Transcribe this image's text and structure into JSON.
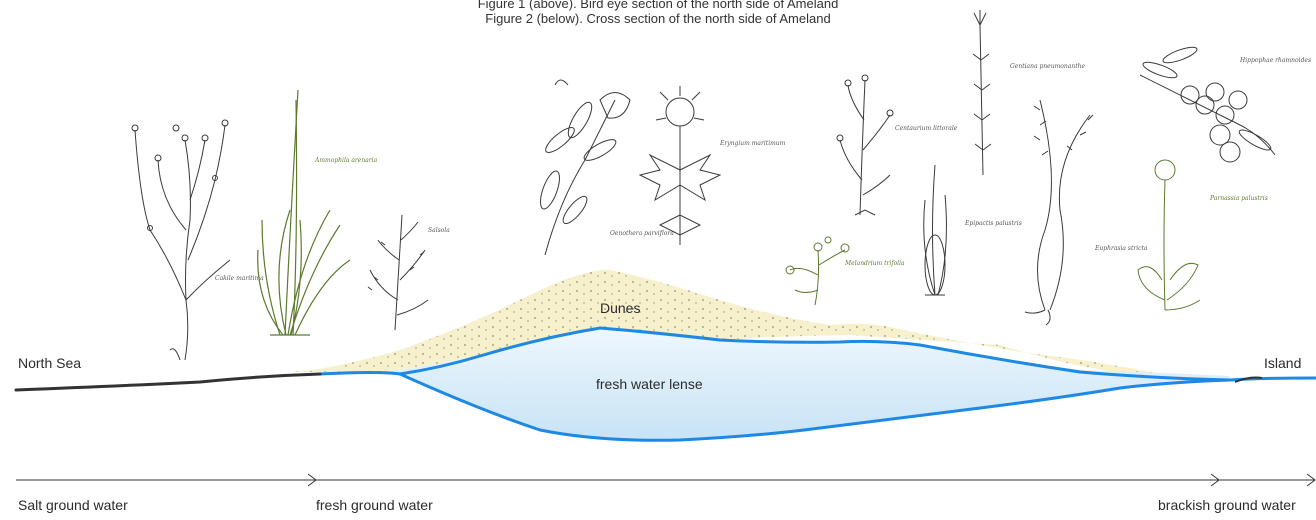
{
  "captions": {
    "figure1": "Figure 1 (above). Bird eye section of the north side of Ameland",
    "figure2": "Figure 2 (below). Cross section of the north side of Ameland"
  },
  "cross_section": {
    "left_label": "North Sea",
    "right_label": "Island",
    "dunes_label": "Dunes",
    "lens_label": "fresh water lense"
  },
  "groundwater_zones": [
    {
      "label": "Salt ground water"
    },
    {
      "label": "fresh ground water"
    },
    {
      "label": "brackish ground water"
    }
  ],
  "plants": [
    {
      "name": "Cakile maritima",
      "color": "#3a3a3a"
    },
    {
      "name": "Ammophila arenaria",
      "color": "#5c7a2d"
    },
    {
      "name": "Salsola",
      "color": "#3a3a3a"
    },
    {
      "name": "Oenothera parviflora",
      "color": "#3a3a3a"
    },
    {
      "name": "Eryngium maritimum",
      "color": "#3a3a3a"
    },
    {
      "name": "Melandrium trifolia",
      "color": "#5c7a2d"
    },
    {
      "name": "Centaurium littorale",
      "color": "#3a3a3a"
    },
    {
      "name": "Gentiana pneumonanthe",
      "color": "#3a3a3a"
    },
    {
      "name": "Epipactis palustris",
      "color": "#3a3a3a"
    },
    {
      "name": "Euphrasia stricta",
      "color": "#3a3a3a"
    },
    {
      "name": "Hippophae rhamnoides",
      "color": "#3a3a3a"
    },
    {
      "name": "Parnassia palustris",
      "color": "#5c7a2d"
    }
  ],
  "colors": {
    "water_line": "#1e88e5",
    "lens_fill": "#dceefa",
    "sand": "#f3ecbe",
    "sea_line": "#333333",
    "ink": "#333333",
    "green_ink": "#5c7a2d"
  }
}
